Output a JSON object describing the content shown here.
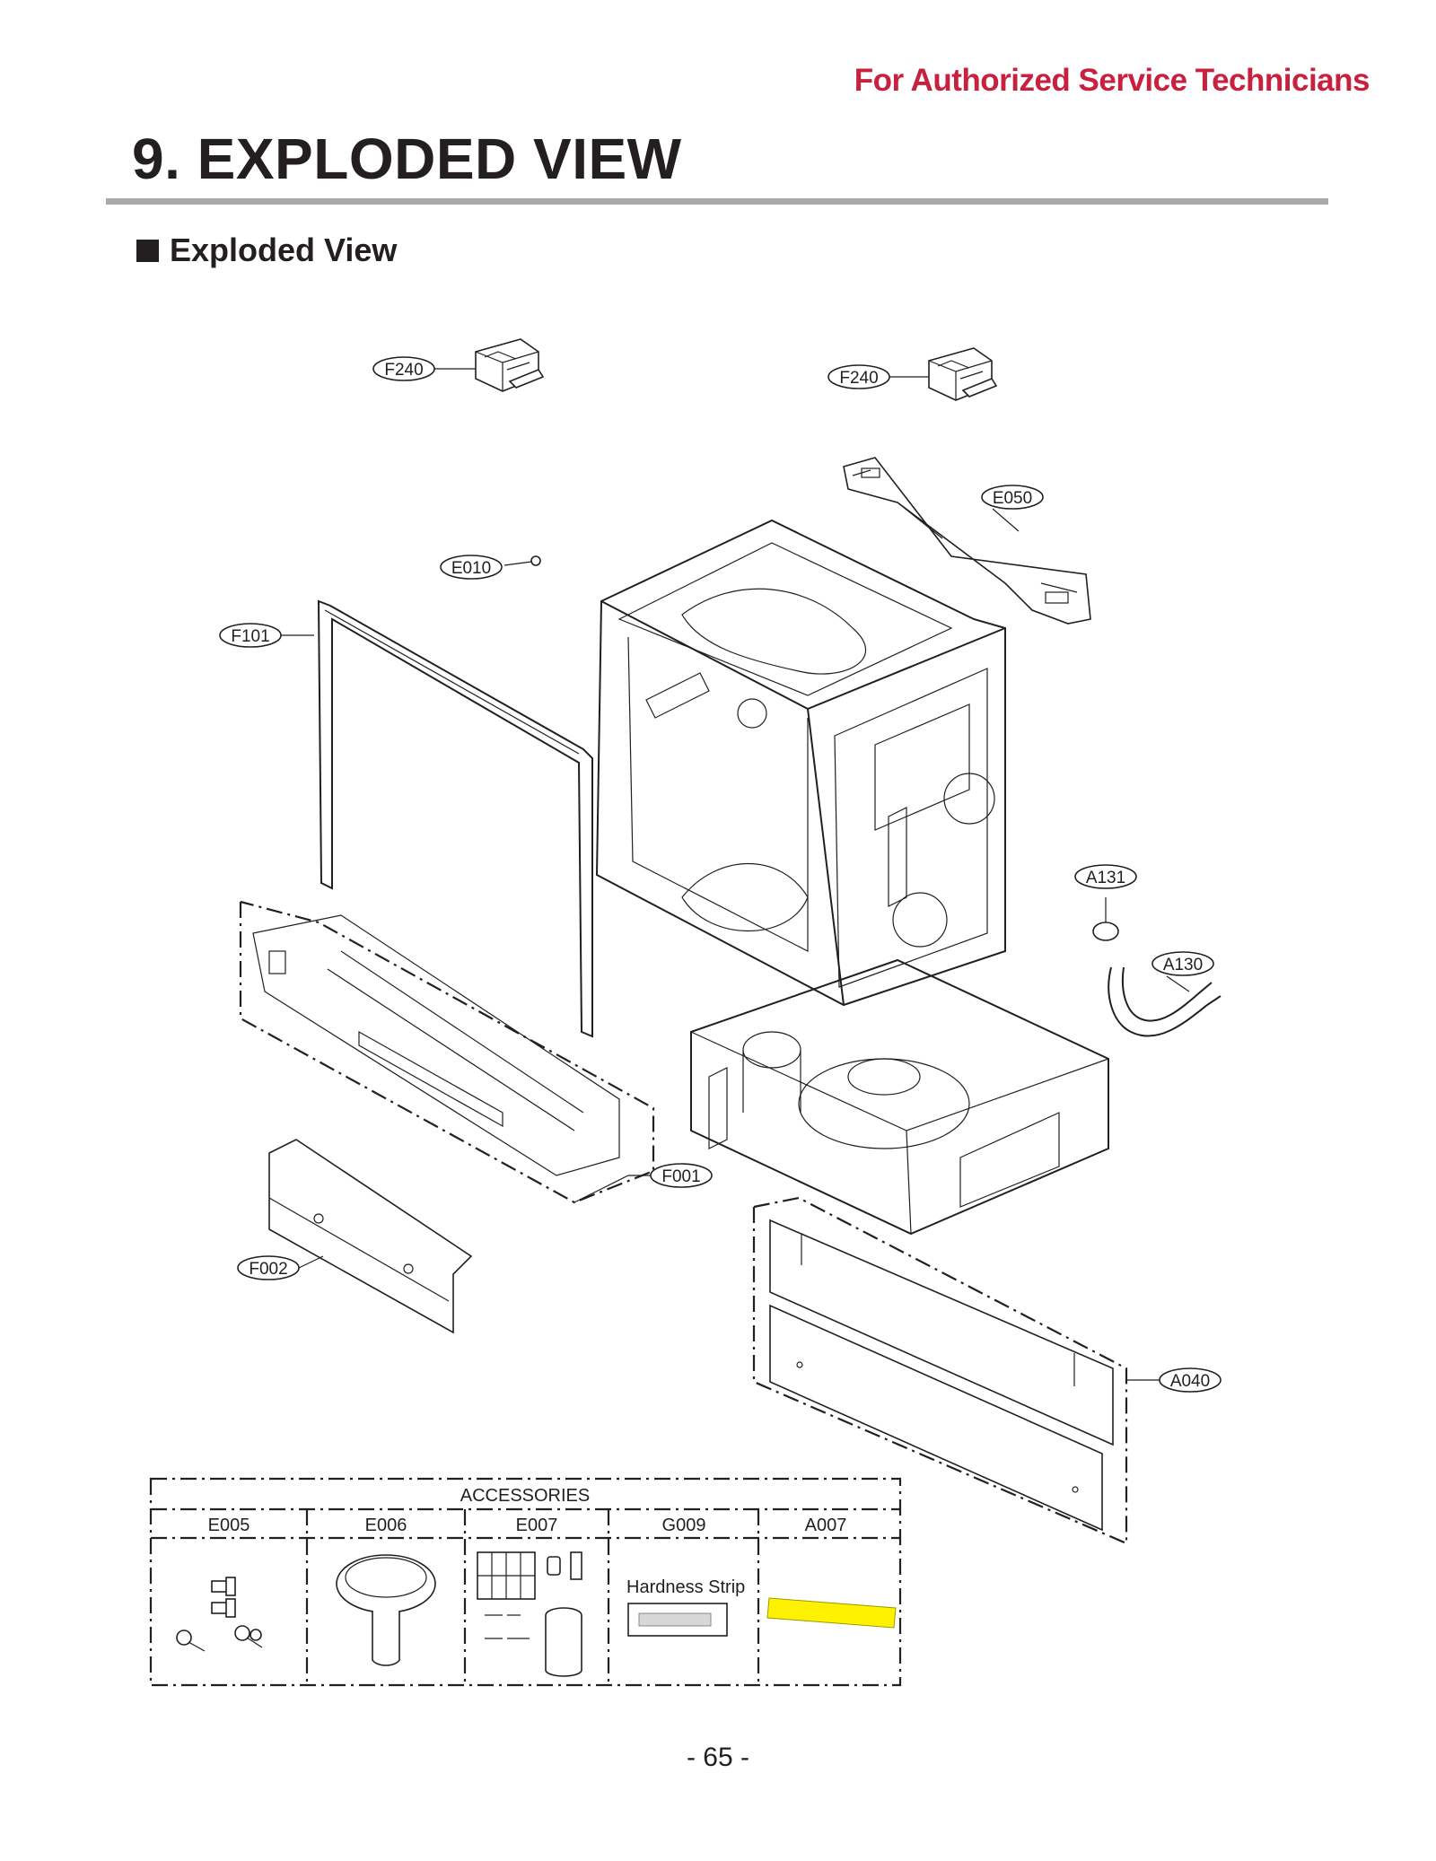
{
  "header": {
    "note": "For Authorized Service Technicians",
    "title": "9. EXPLODED VIEW",
    "subtitle": "Exploded View"
  },
  "callouts": {
    "f240_left": "F240",
    "f240_right": "F240",
    "e050": "E050",
    "e010": "E010",
    "f101": "F101",
    "a131": "A131",
    "a130": "A130",
    "f001": "F001",
    "f002": "F002",
    "a040": "A040"
  },
  "accessories": {
    "title": "ACCESSORIES",
    "columns": [
      "E005",
      "E006",
      "E007",
      "G009",
      "A007"
    ],
    "hardness_strip_label": "Hardness Strip"
  },
  "colors": {
    "brand_red": "#c8203f",
    "rule_gray": "#a7a9ac",
    "strip_yellow": "#fff200"
  },
  "footer": {
    "page_number": "- 65 -"
  }
}
